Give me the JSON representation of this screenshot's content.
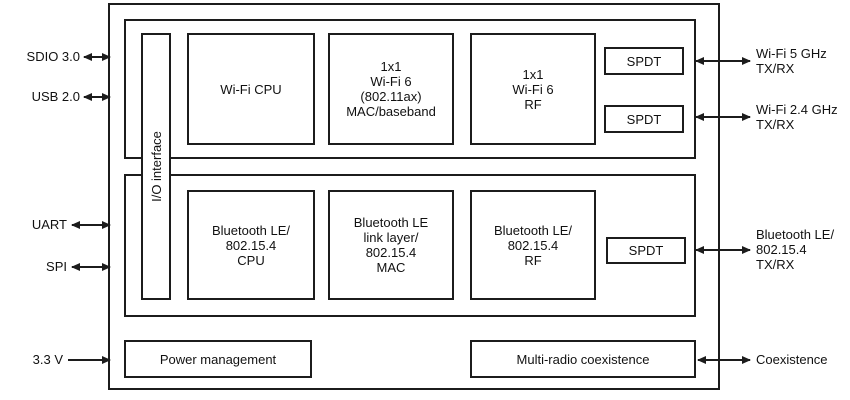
{
  "colors": {
    "line": "#1c1c1c",
    "background": "#ffffff",
    "text": "#111111"
  },
  "left_ports": [
    {
      "label": "SDIO 3.0",
      "arrow": "double"
    },
    {
      "label": "USB 2.0",
      "arrow": "double"
    },
    {
      "label": "UART",
      "arrow": "double"
    },
    {
      "label": "SPI",
      "arrow": "double"
    },
    {
      "label": "3.3 V",
      "arrow": "right"
    }
  ],
  "right_ports": [
    {
      "lines": [
        "Wi-Fi 5 GHz",
        "TX/RX"
      ],
      "arrow": "double"
    },
    {
      "lines": [
        "Wi-Fi 2.4 GHz",
        "TX/RX"
      ],
      "arrow": "double"
    },
    {
      "lines": [
        "Bluetooth LE/",
        "802.15.4",
        "TX/RX"
      ],
      "arrow": "double"
    },
    {
      "lines": [
        "Coexistence"
      ],
      "arrow": "double"
    }
  ],
  "blocks": {
    "io_interface": {
      "label": "I/O interface"
    },
    "wifi_cpu": {
      "lines": [
        "Wi-Fi CPU"
      ]
    },
    "wifi_mac": {
      "lines": [
        "1x1",
        "Wi-Fi 6",
        "(802.11ax)",
        "MAC/baseband"
      ]
    },
    "wifi_rf": {
      "lines": [
        "1x1",
        "Wi-Fi 6",
        "RF"
      ]
    },
    "spdt_wifi_5ghz": {
      "label": "SPDT"
    },
    "spdt_wifi_24ghz": {
      "label": "SPDT"
    },
    "bt_cpu": {
      "lines": [
        "Bluetooth LE/",
        "802.15.4",
        "CPU"
      ]
    },
    "bt_mac": {
      "lines": [
        "Bluetooth LE",
        "link layer/",
        "802.15.4",
        "MAC"
      ]
    },
    "bt_rf": {
      "lines": [
        "Bluetooth LE/",
        "802.15.4",
        "RF"
      ]
    },
    "spdt_bt": {
      "label": "SPDT"
    },
    "power_management": {
      "label": "Power management"
    },
    "multi_radio_coexistence": {
      "label": "Multi-radio coexistence"
    }
  }
}
